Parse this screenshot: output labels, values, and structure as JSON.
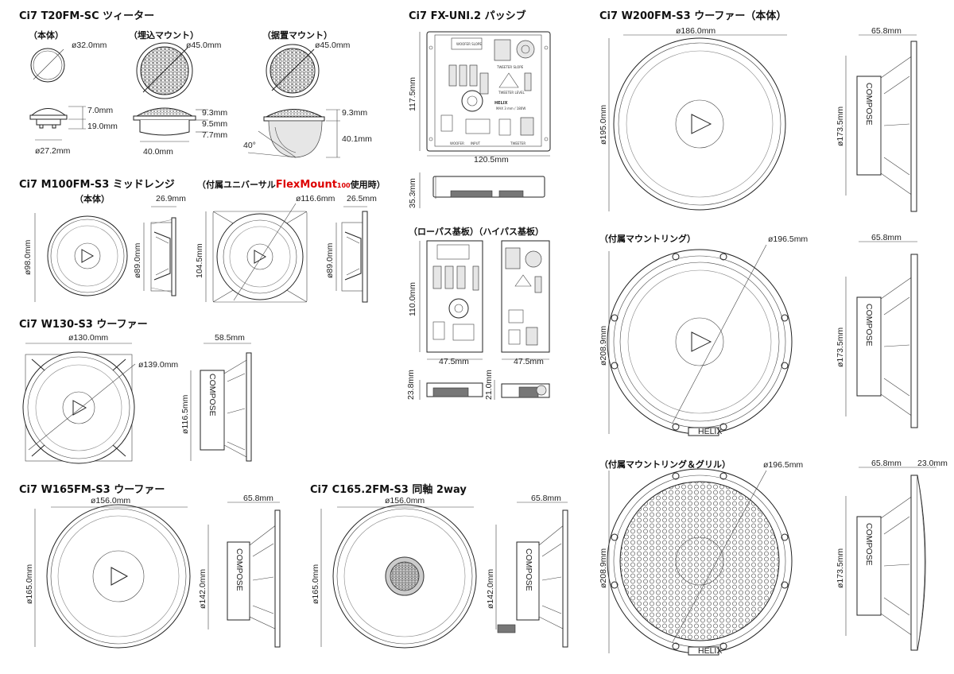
{
  "sheet": {
    "t20": {
      "title": "Ci7 T20FM-SC ツィーター",
      "v_body": "（本体）",
      "v_flush": "（埋込マウント）",
      "v_surface": "（据置マウント）",
      "d1": "ø32.0mm",
      "d2": "ø45.0mm",
      "d3": "ø45.0mm",
      "h1": "7.0mm",
      "h2": "19.0mm",
      "w1": "ø27.2mm",
      "h3": "9.3mm",
      "h4": "9.5mm",
      "h5": "7.7mm",
      "w2": "40.0mm",
      "h6": "9.3mm",
      "h7": "40.1mm",
      "angle": "40°"
    },
    "uni": {
      "title": "Ci7 FX-UNI.2 パッシブ",
      "h": "117.5mm",
      "w": "120.5mm",
      "d": "35.3mm",
      "low_high": "（ローパス基板）（ハイパス基板）",
      "lh": "110.0mm",
      "lw": "47.5mm",
      "hw": "47.5mm",
      "ld": "23.8mm",
      "hd": "21.0mm",
      "pcb_woofer_slope": "WOOFER SLOPE",
      "pcb_tweeter_slope": "TWEETER SLOPE",
      "pcb_tweeter_level": "TWEETER LEVEL",
      "pcb_woofer": "WOOFER",
      "pcb_input": "INPUT",
      "pcb_tweeter": "TWEETER",
      "pcb_brand": "HELIX",
      "pcb_max": "MAX 3 mm / 180W"
    },
    "m100": {
      "title": "Ci7 M100FM-S3 ミッドレンジ",
      "v_body": "（本体）",
      "v_flex": "（付属ユニバーサル",
      "flex": "FlexMount",
      "flex_num": "100",
      "flex_tail": "使用時）",
      "d1": "ø98.0mm",
      "w1": "26.9mm",
      "h1": "ø89.0mm",
      "d2": "ø116.6mm",
      "h2": "104.5mm",
      "w2": "26.5mm",
      "h3": "ø89.0mm"
    },
    "w130": {
      "title": "Ci7 W130-S3 ウーファー",
      "d1": "ø130.0mm",
      "d2": "ø139.0mm",
      "w": "58.5mm",
      "h": "ø116.5mm"
    },
    "w165": {
      "title": "Ci7 W165FM-S3 ウーファー",
      "d1": "ø156.0mm",
      "d2": "ø165.0mm",
      "w": "65.8mm",
      "h": "ø142.0mm"
    },
    "c165": {
      "title": "Ci7 C165.2FM-S3 同軸 2way",
      "d1": "ø156.0mm",
      "d2": "ø165.0mm",
      "w": "65.8mm",
      "h": "ø142.0mm"
    },
    "w200": {
      "title": "Ci7 W200FM-S3 ウーファー（本体）",
      "d1": "ø186.0mm",
      "d2": "ø195.0mm",
      "w1": "65.8mm",
      "h1": "ø173.5mm",
      "v_ring": "（付属マウントリング）",
      "d3": "ø196.5mm",
      "d4": "ø208.9mm",
      "w2": "65.8mm",
      "h2": "ø173.5mm",
      "v_grill": "（付属マウントリング＆グリル）",
      "d5": "ø196.5mm",
      "d6": "ø208.9mm",
      "w3": "65.8mm",
      "w4": "23.0mm",
      "h3": "ø173.5mm"
    },
    "magnet_label": "COMPOSE",
    "ring_brand": "HELIX"
  }
}
